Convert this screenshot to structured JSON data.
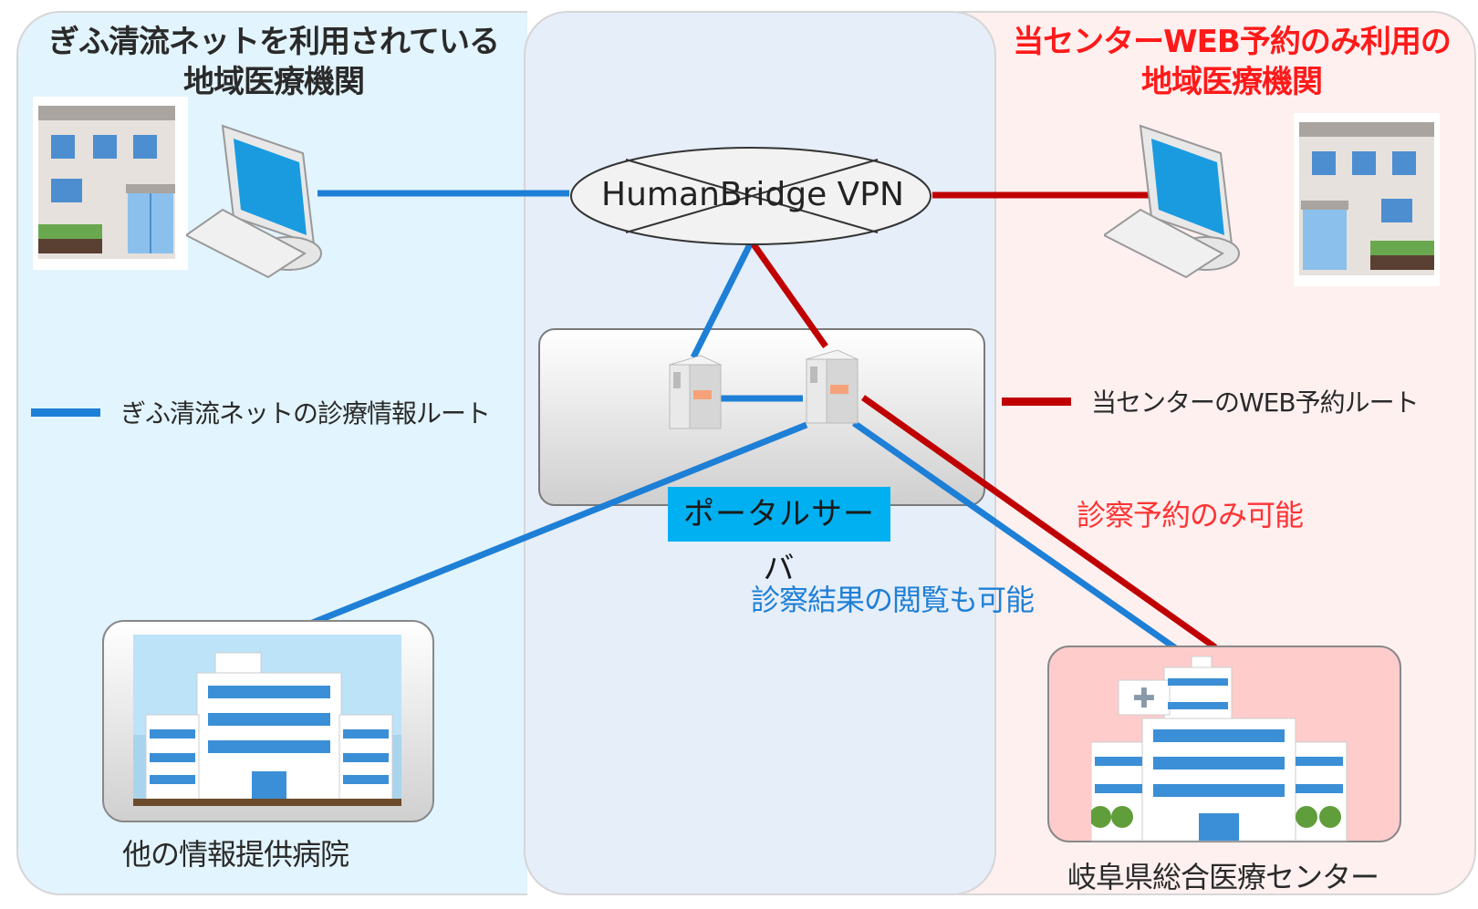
{
  "panels": {
    "left_title": "ぎふ清流ネットを利用されている\n地域医療機関",
    "left_title_line1": "ぎふ清流ネットを利用されている",
    "left_title_line2": "地域医療機関",
    "right_title_line1": "当センターWEB予約のみ利用の",
    "right_title_line2": "地域医療機関"
  },
  "network": {
    "vpn_label": "HumanBridge VPN",
    "portal_server_label": "ポータルサーバ"
  },
  "legend": {
    "blue_route": "ぎふ清流ネットの診療情報ルート",
    "red_route": "当センターのWEB予約ルート"
  },
  "annotations": {
    "reservation_only": "診察予約のみ可能",
    "results_viewable": "診察結果の閲覧も可能"
  },
  "captions": {
    "other_hospital": "他の情報提供病院",
    "gifu_center": "岐阜県総合医療センター"
  },
  "colors": {
    "blue_route": "#1e7fd6",
    "red_route": "#c00000",
    "right_title": "#ff1a1a",
    "portal_label_bg": "#00b0f0"
  }
}
